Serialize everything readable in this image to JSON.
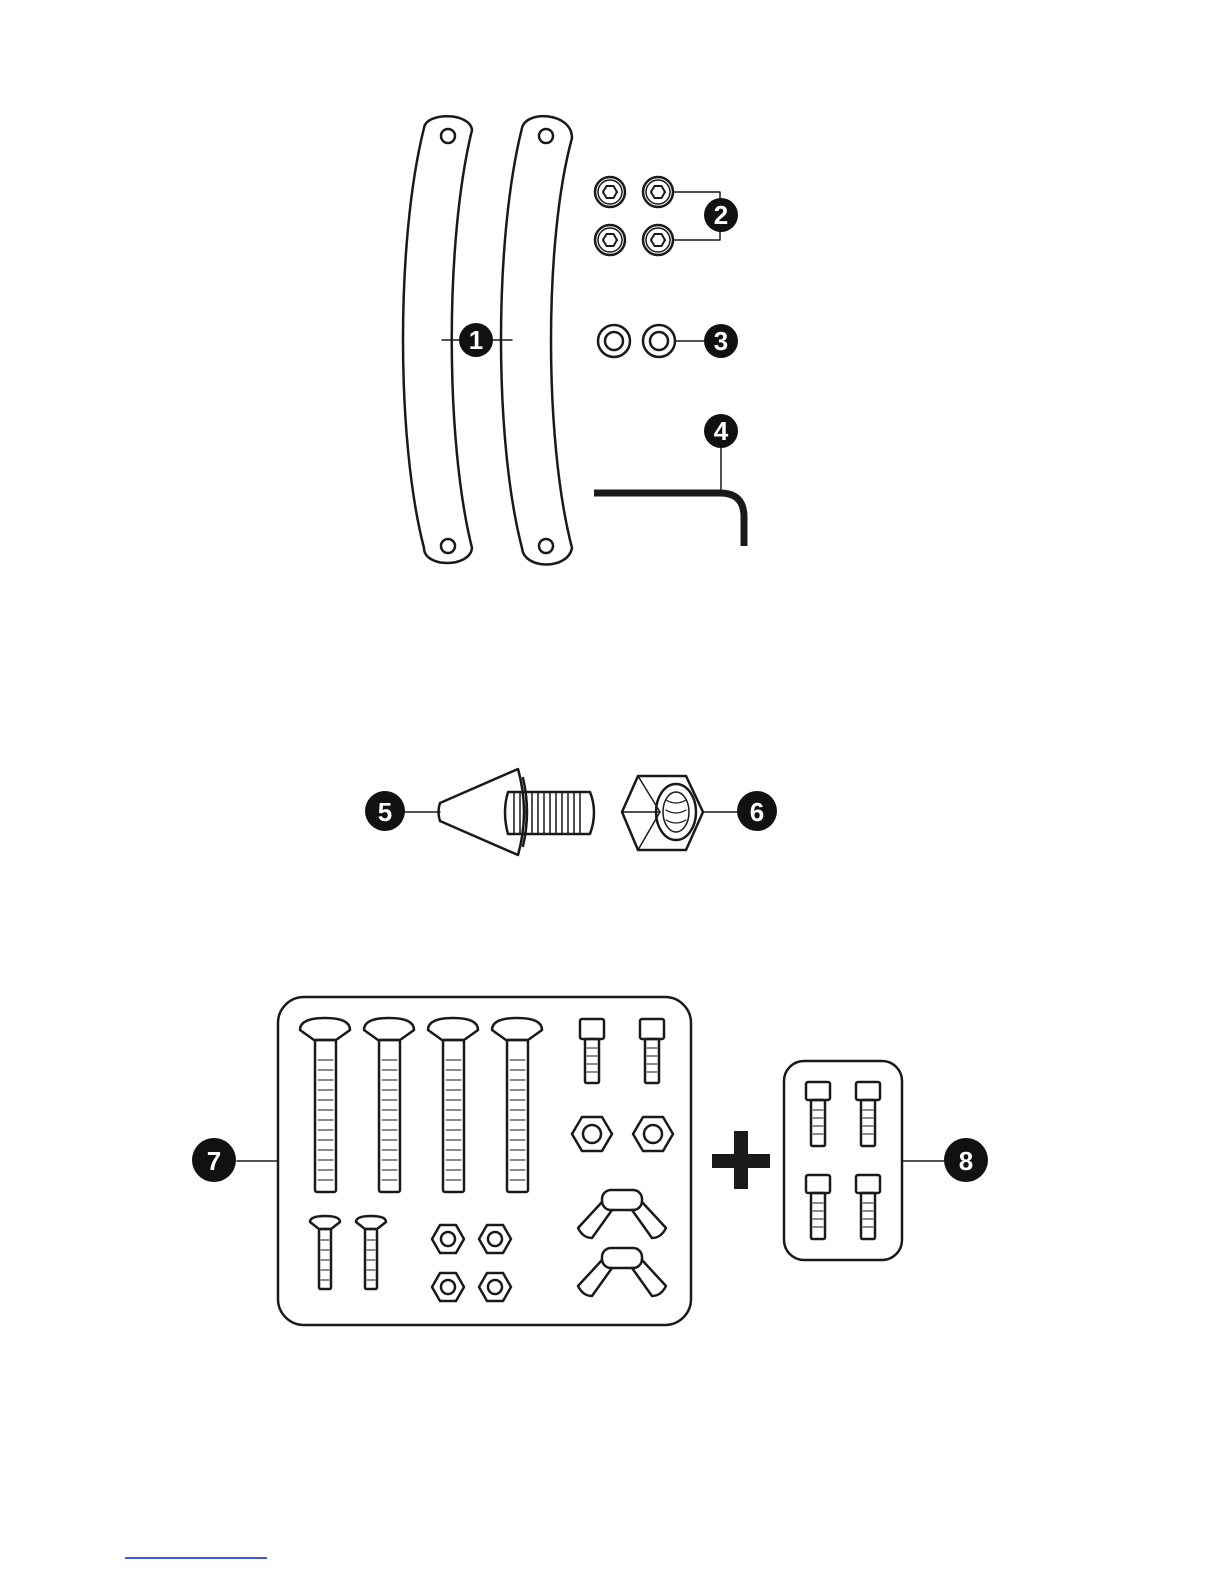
{
  "labels": {
    "item1": "1",
    "item2": "2",
    "item3": "3",
    "item4": "4",
    "item5": "5",
    "item6": "6",
    "item7": "7",
    "item8": "8"
  },
  "colors": {
    "ink": "#1a1a1a",
    "badge": "#111111",
    "footer_rule": "#3b5bdb"
  }
}
